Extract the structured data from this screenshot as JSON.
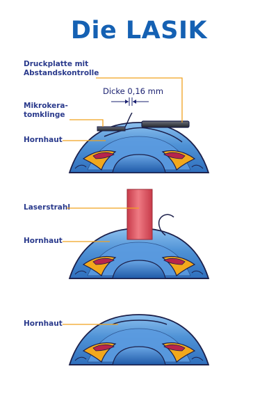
{
  "title": "Die LASIK",
  "colors": {
    "title": "#1561b3",
    "label_text": "#2a3a8c",
    "leader_line": "#f1a21f",
    "laser": "#e05763",
    "cornea": "#4f92d6",
    "outline": "#1b1f4a"
  },
  "panel1": {
    "plate_label_line1": "Druckplatte mit",
    "plate_label_line2": "Abstandskontrolle",
    "thickness_label": "Dicke 0,16 mm",
    "blade_label_line1": "Mikrokera-",
    "blade_label_line2": "tomklinge",
    "cornea_label": "Hornhaut"
  },
  "panel2": {
    "laser_label": "Laserstrahl",
    "cornea_label": "Hornhaut"
  },
  "panel3": {
    "cornea_label": "Hornhaut"
  }
}
